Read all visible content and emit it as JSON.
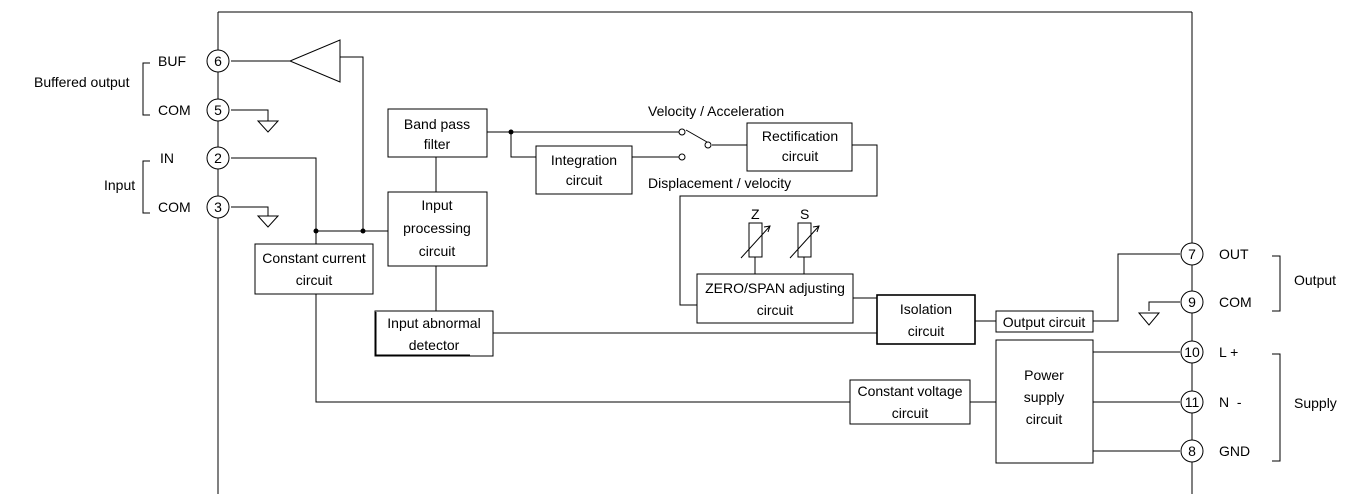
{
  "groups": {
    "buffered_output": "Buffered output",
    "input": "Input",
    "output": "Output",
    "supply": "Supply"
  },
  "terminals": [
    {
      "id": "t6",
      "number": "6",
      "label": "BUF"
    },
    {
      "id": "t5",
      "number": "5",
      "label": "COM"
    },
    {
      "id": "t2",
      "number": "2",
      "label": "IN"
    },
    {
      "id": "t3",
      "number": "3",
      "label": "COM"
    },
    {
      "id": "t7",
      "number": "7",
      "label": "OUT"
    },
    {
      "id": "t9",
      "number": "9",
      "label": "COM"
    },
    {
      "id": "t10",
      "number": "10",
      "label": "L +"
    },
    {
      "id": "t11",
      "number": "11",
      "label": "N  -"
    },
    {
      "id": "t8",
      "number": "8",
      "label": "GND"
    }
  ],
  "blocks": {
    "band_pass_filter": [
      "Band pass",
      "filter"
    ],
    "integration_circuit": [
      "Integration",
      "circuit"
    ],
    "rectification_circuit": [
      "Rectification",
      "circuit"
    ],
    "input_processing_circuit": [
      "Input",
      "processing",
      "circuit"
    ],
    "constant_current_circuit": [
      "Constant current",
      "circuit"
    ],
    "zero_span_adjusting_circuit": [
      "ZERO/SPAN adjusting",
      "circuit"
    ],
    "isolation_circuit": [
      "Isolation",
      "circuit"
    ],
    "output_circuit": [
      "Output circuit"
    ],
    "input_abnormal_detector": [
      "Input abnormal",
      "detector"
    ],
    "constant_voltage_circuit": [
      "Constant voltage",
      "circuit"
    ],
    "power_supply_circuit": [
      "Power",
      "supply",
      "circuit"
    ]
  },
  "switch_labels": {
    "upper": "Velocity / Acceleration",
    "lower": "Displacement / velocity"
  },
  "adjusters": {
    "zero": "Z",
    "span": "S"
  }
}
